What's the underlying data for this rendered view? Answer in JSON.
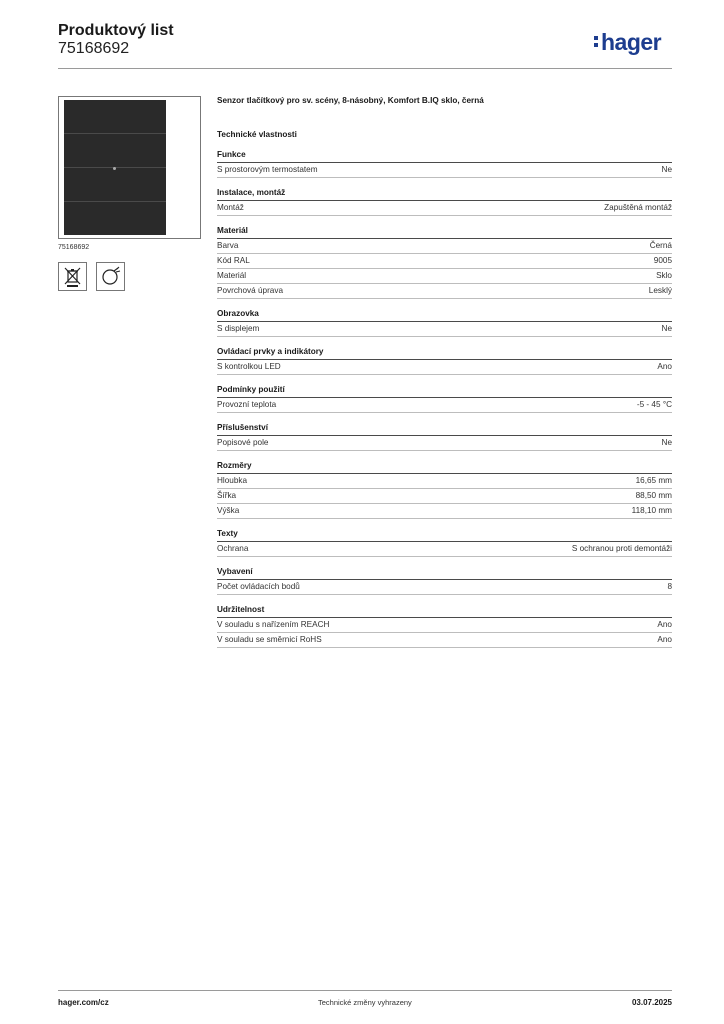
{
  "header": {
    "title": "Produktový list",
    "code": "75168692",
    "logo_text": "hager"
  },
  "product": {
    "image_caption": "75168692",
    "description": "Senzor tlačítkový pro sv. scény, 8-násobný, Komfort B.IQ sklo, černá",
    "icons": [
      "weee-crossed-bin-icon",
      "rohs-compliance-icon"
    ]
  },
  "tech_title": "Technické vlastnosti",
  "sections": [
    {
      "title": "Funkce",
      "rows": [
        {
          "label": "S prostorovým termostatem",
          "value": "Ne"
        }
      ]
    },
    {
      "title": "Instalace, montáž",
      "rows": [
        {
          "label": "Montáž",
          "value": "Zapuštěná montáž"
        }
      ]
    },
    {
      "title": "Materiál",
      "rows": [
        {
          "label": "Barva",
          "value": "Černá"
        },
        {
          "label": "Kód RAL",
          "value": "9005"
        },
        {
          "label": "Materiál",
          "value": "Sklo"
        },
        {
          "label": "Povrchová úprava",
          "value": "Lesklý"
        }
      ]
    },
    {
      "title": "Obrazovka",
      "rows": [
        {
          "label": "S displejem",
          "value": "Ne"
        }
      ]
    },
    {
      "title": "Ovládací prvky a indikátory",
      "rows": [
        {
          "label": "S kontrolkou LED",
          "value": "Ano"
        }
      ]
    },
    {
      "title": "Podmínky použití",
      "rows": [
        {
          "label": "Provozní teplota",
          "value": "-5 - 45 °C"
        }
      ]
    },
    {
      "title": "Příslušenství",
      "rows": [
        {
          "label": "Popisové pole",
          "value": "Ne"
        }
      ]
    },
    {
      "title": "Rozměry",
      "rows": [
        {
          "label": "Hloubka",
          "value": "16,65 mm"
        },
        {
          "label": "Šířka",
          "value": "88,50 mm"
        },
        {
          "label": "Výška",
          "value": "118,10 mm"
        }
      ]
    },
    {
      "title": "Texty",
      "rows": [
        {
          "label": "Ochrana",
          "value": "S ochranou proti demontáži"
        }
      ]
    },
    {
      "title": "Vybavení",
      "rows": [
        {
          "label": "Počet ovládacích bodů",
          "value": "8"
        }
      ]
    },
    {
      "title": "Udržitelnost",
      "rows": [
        {
          "label": "V souladu s nařízením REACH",
          "value": "Ano"
        },
        {
          "label": "V souladu se směrnicí RoHS",
          "value": "Ano"
        }
      ]
    }
  ],
  "footer": {
    "website": "hager.com/cz",
    "note": "Technické změny vyhrazeny",
    "date": "03.07.2025"
  },
  "colors": {
    "brand": "#1d3d8f",
    "text": "#1a1a1a",
    "product_panel": "#2a2a2a"
  }
}
